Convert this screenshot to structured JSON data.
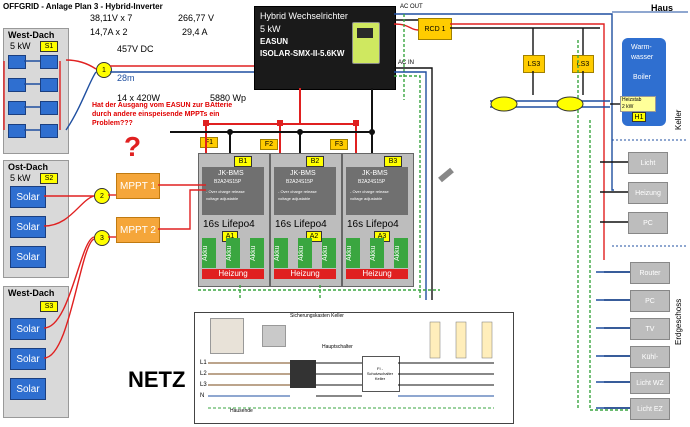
{
  "title": "OFFGRID - Anlage Plan 3 - Hybrid-Inverter",
  "west_top": {
    "label": "West-Dach",
    "power": "5 kW",
    "tag": "S1"
  },
  "specs": {
    "line1": "38,11V x 7",
    "line2": "14,7A x 2",
    "volt": "266,77 V",
    "amp": "29,4 A",
    "dc": "457V DC",
    "dist": "28m",
    "panels": "14 x 420W",
    "watts": "5880 Wp"
  },
  "question": "Hat der Ausgang vom EASUN zur BAtterie durch andere einspeisende MPPTs ein Problem???",
  "qmark": "?",
  "inverter": {
    "l1": "Hybrid Wechselrichter",
    "l2": "5 kW",
    "l3": "EASUN",
    "l4": "ISOLAR-SMX-II-5.6KW"
  },
  "ac_out": "AC OUT",
  "ac_in": "AC IN",
  "rcd": "RCD 1",
  "ls3": "LS3",
  "haus": "Haus",
  "boiler": {
    "l1": "Warm-",
    "l2": "wasser",
    "l3": "Boiler"
  },
  "heizstab": {
    "l1": "Heizstab",
    "l2": "2 kW",
    "tag": "H1"
  },
  "keller": "Keller",
  "erdgeschoss": "Erdgeschoss",
  "ost": {
    "label": "Ost-Dach",
    "power": "5 kW",
    "tag": "S2"
  },
  "west_bot": {
    "label": "West-Dach",
    "tag": "S3"
  },
  "solar": "Solar",
  "mppt1": "MPPT 1",
  "mppt2": "MPPT 2",
  "c1": "1",
  "c2": "2",
  "c3": "3",
  "fuses": [
    "F1",
    "F2",
    "F3"
  ],
  "bms": [
    {
      "tag": "B1",
      "a": "A1"
    },
    {
      "tag": "B2",
      "a": "A2"
    },
    {
      "tag": "B3",
      "a": "A3"
    }
  ],
  "bms_name": "JK-BMS",
  "bms_model": "B2A24S15P",
  "bms_note1": "- Over charge release",
  "bms_note2": "voltage adjustable",
  "cells": "16s Lifepo4",
  "akku": "Akku",
  "heizung": "Heizung",
  "keller_rooms": [
    "Licht",
    "Heizung",
    "PC"
  ],
  "eg_rooms": [
    "Router",
    "PC",
    "TV",
    "Kühl-",
    "Licht WZ",
    "Licht EZ"
  ],
  "netz": "NETZ",
  "panel_title": "Sicherungskasten Keller",
  "hauptschalter": "Hauptschalter",
  "fi": "FI - Schutzschalter Keller",
  "hausende": "Hausende",
  "lines": [
    "L1",
    "L2",
    "L3",
    "N"
  ]
}
